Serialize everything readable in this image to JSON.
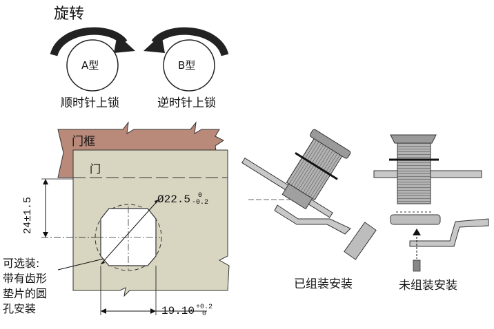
{
  "rotation": {
    "title": "旋转",
    "type_a": {
      "label": "A型",
      "caption": "顺时针上锁"
    },
    "type_b": {
      "label": "B型",
      "caption": "逆时针上锁"
    }
  },
  "panel": {
    "frame_label": "门框",
    "door_label": "门",
    "hole_diameter": "Ø22.5",
    "hole_tol_upper": "0",
    "hole_tol_lower": "-0.2",
    "height_dim": "24±1.5",
    "width_dim": "19.10",
    "width_tol_upper": "+0.2",
    "width_tol_lower": "0",
    "option_note_lines": [
      "可选装:",
      "带有齿形",
      "垫片的圆",
      "孔安装"
    ]
  },
  "installs": {
    "assembled": "已组装安装",
    "unassembled": "未组装安装"
  },
  "colors": {
    "frame": "#b98979",
    "door": "#d8d5c0",
    "lock_body": "#a6a6a6",
    "outline": "#222222"
  }
}
